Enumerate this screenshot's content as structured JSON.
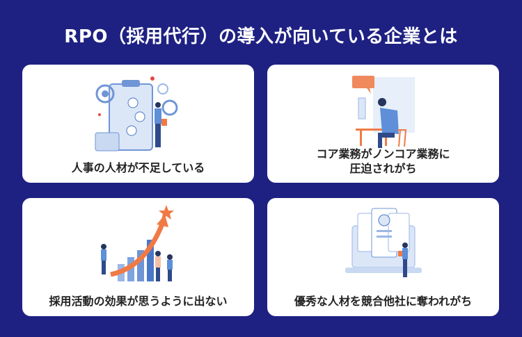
{
  "title": "RPO（採用代行）の導入が向いている企業とは",
  "cards": [
    {
      "caption": "人事の人材が不足している",
      "icon": "clipboard-recruiter-illustration"
    },
    {
      "caption_line1": "コア業務がノンコア業務に",
      "caption_line2": "圧迫されがち",
      "icon": "stressed-worker-illustration"
    },
    {
      "caption": "採用活動の効果が思うように出ない",
      "icon": "growth-chart-illustration"
    },
    {
      "caption": "優秀な人材を競合他社に奪われがち",
      "icon": "candidate-profile-illustration"
    }
  ],
  "colors": {
    "background": "#1e2182",
    "accent_blue": "#4a78c8",
    "accent_orange": "#f07a45"
  }
}
